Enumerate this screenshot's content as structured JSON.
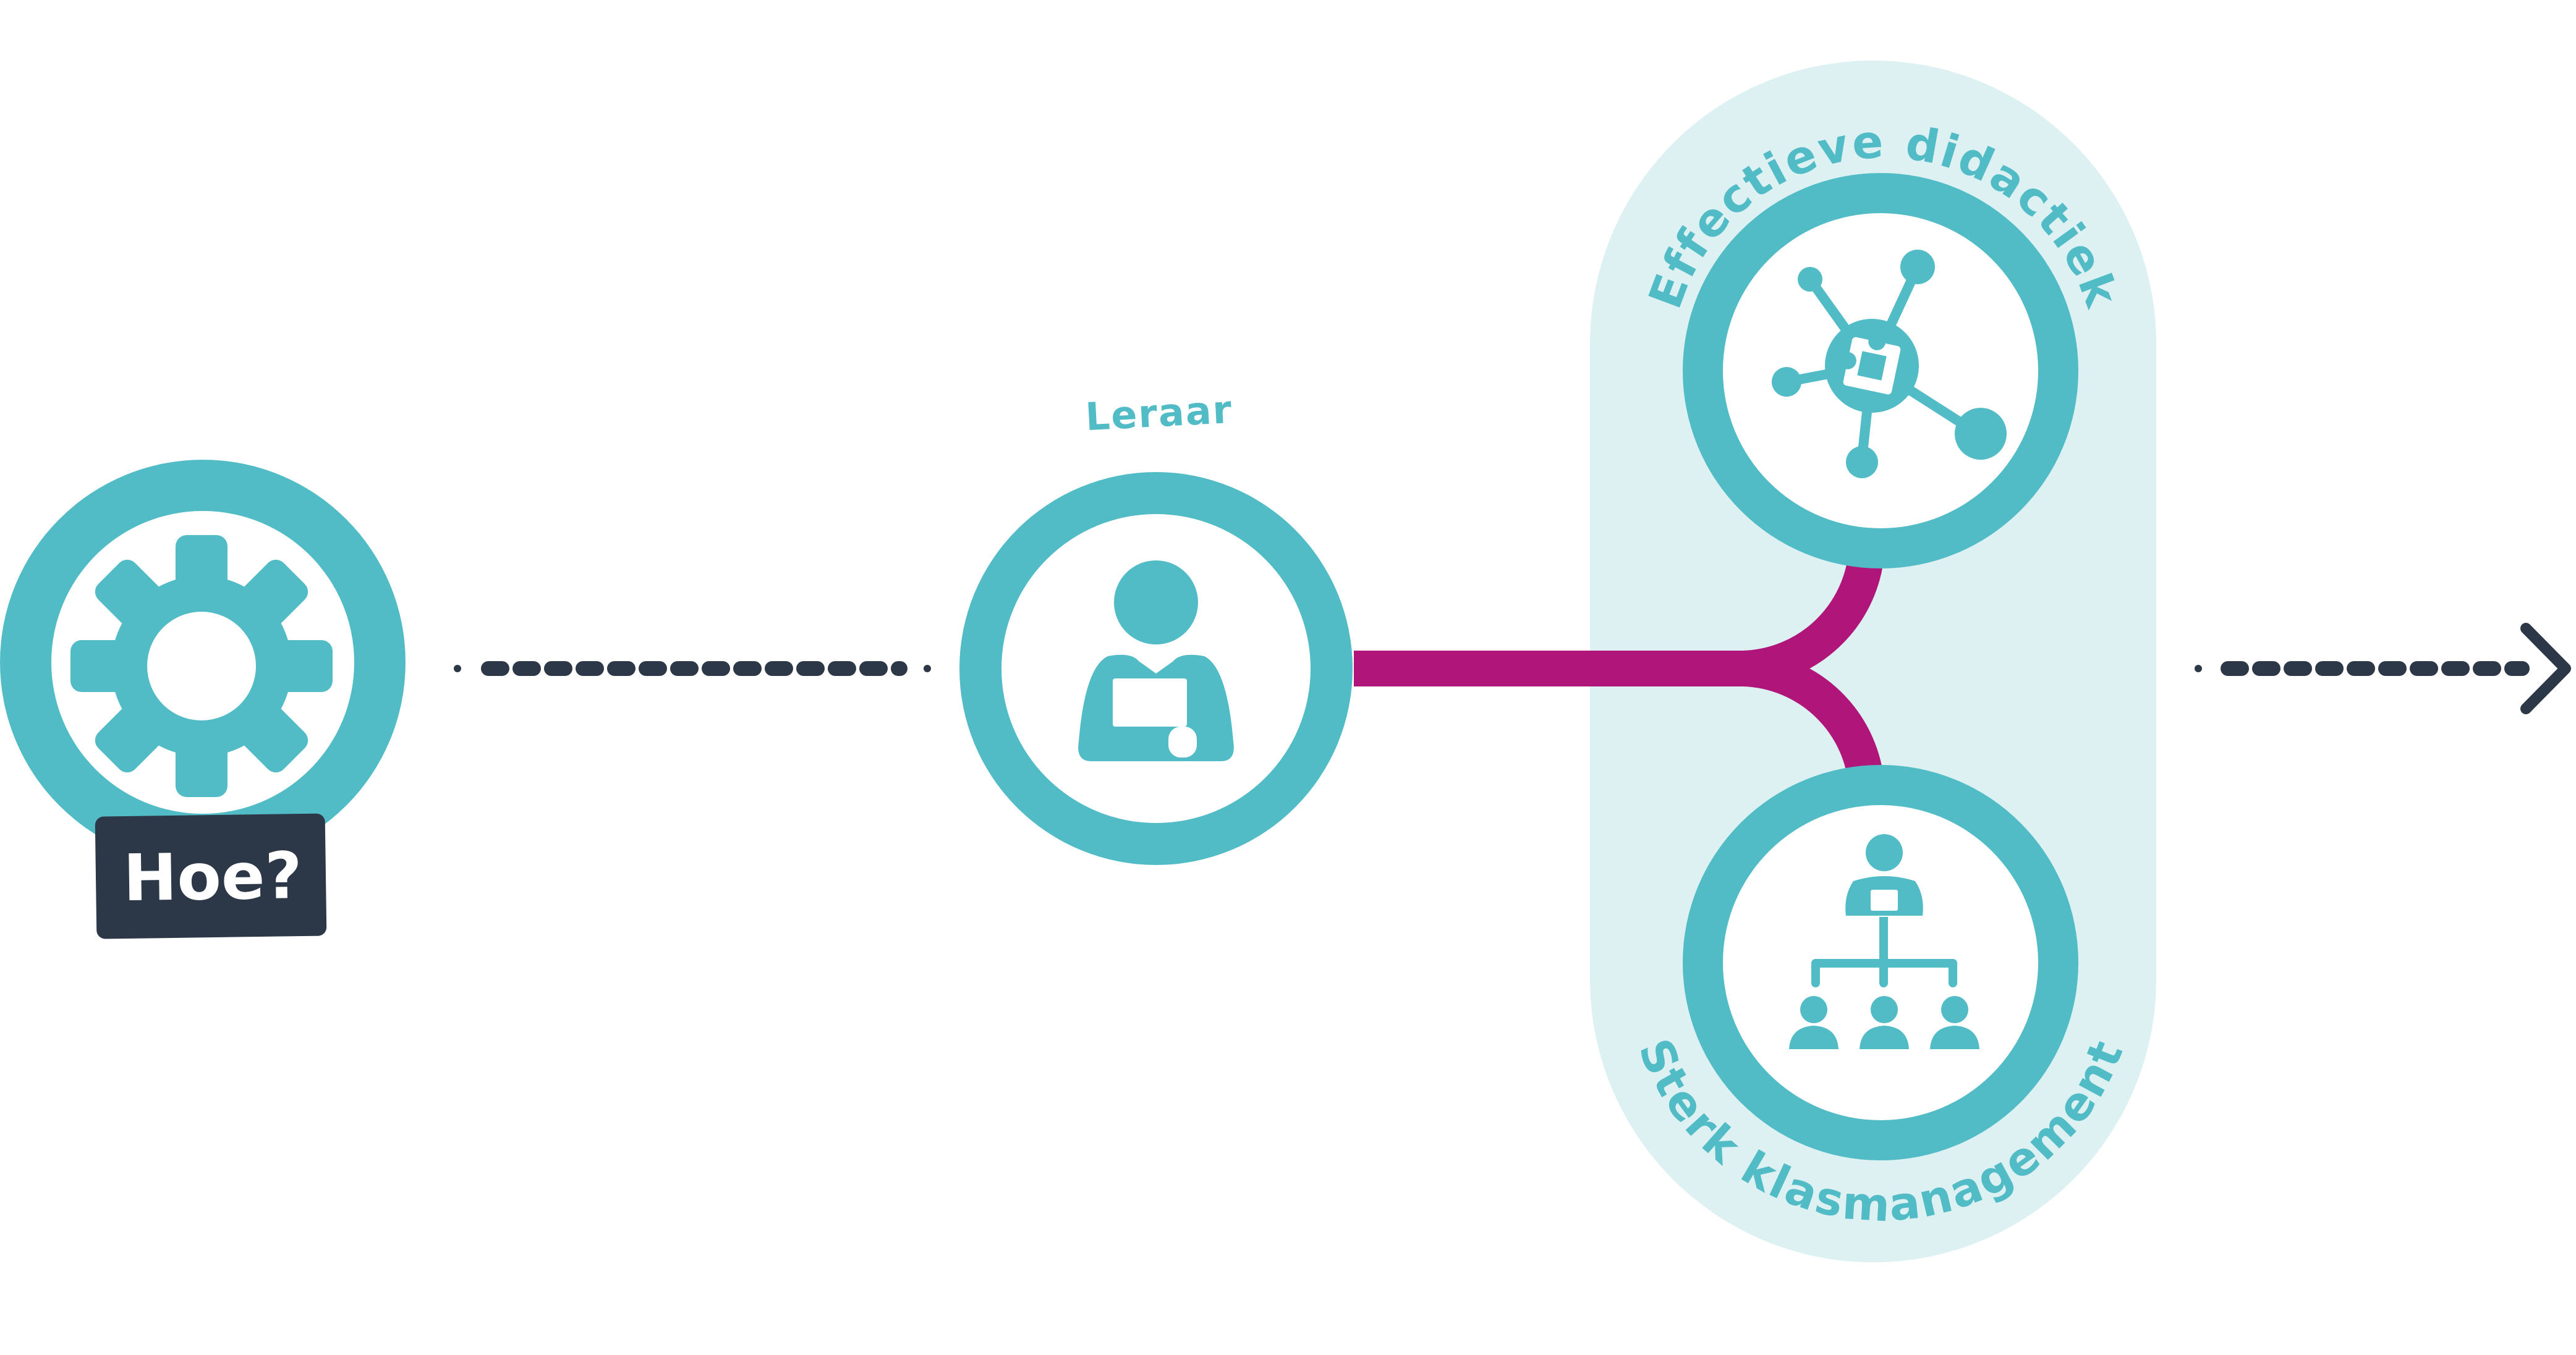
{
  "nodes": {
    "gear": {
      "badge": "Hoe?"
    },
    "teacher": {
      "label": "Leraar"
    },
    "didactics": {
      "label": "Effectieve didactiek"
    },
    "class_management": {
      "label": "Sterk klasmanagement"
    }
  },
  "colors": {
    "teal": "#52bcc6",
    "teal_light": "#ddf0f2",
    "magenta": "#b0167a",
    "navy": "#2c3747",
    "white": "#ffffff"
  },
  "icons": {
    "gear": "gear-icon",
    "teacher": "teacher-laptop-icon",
    "didactics": "puzzle-network-icon",
    "class_management": "org-chart-icon",
    "arrow": "chevron-right-icon"
  }
}
